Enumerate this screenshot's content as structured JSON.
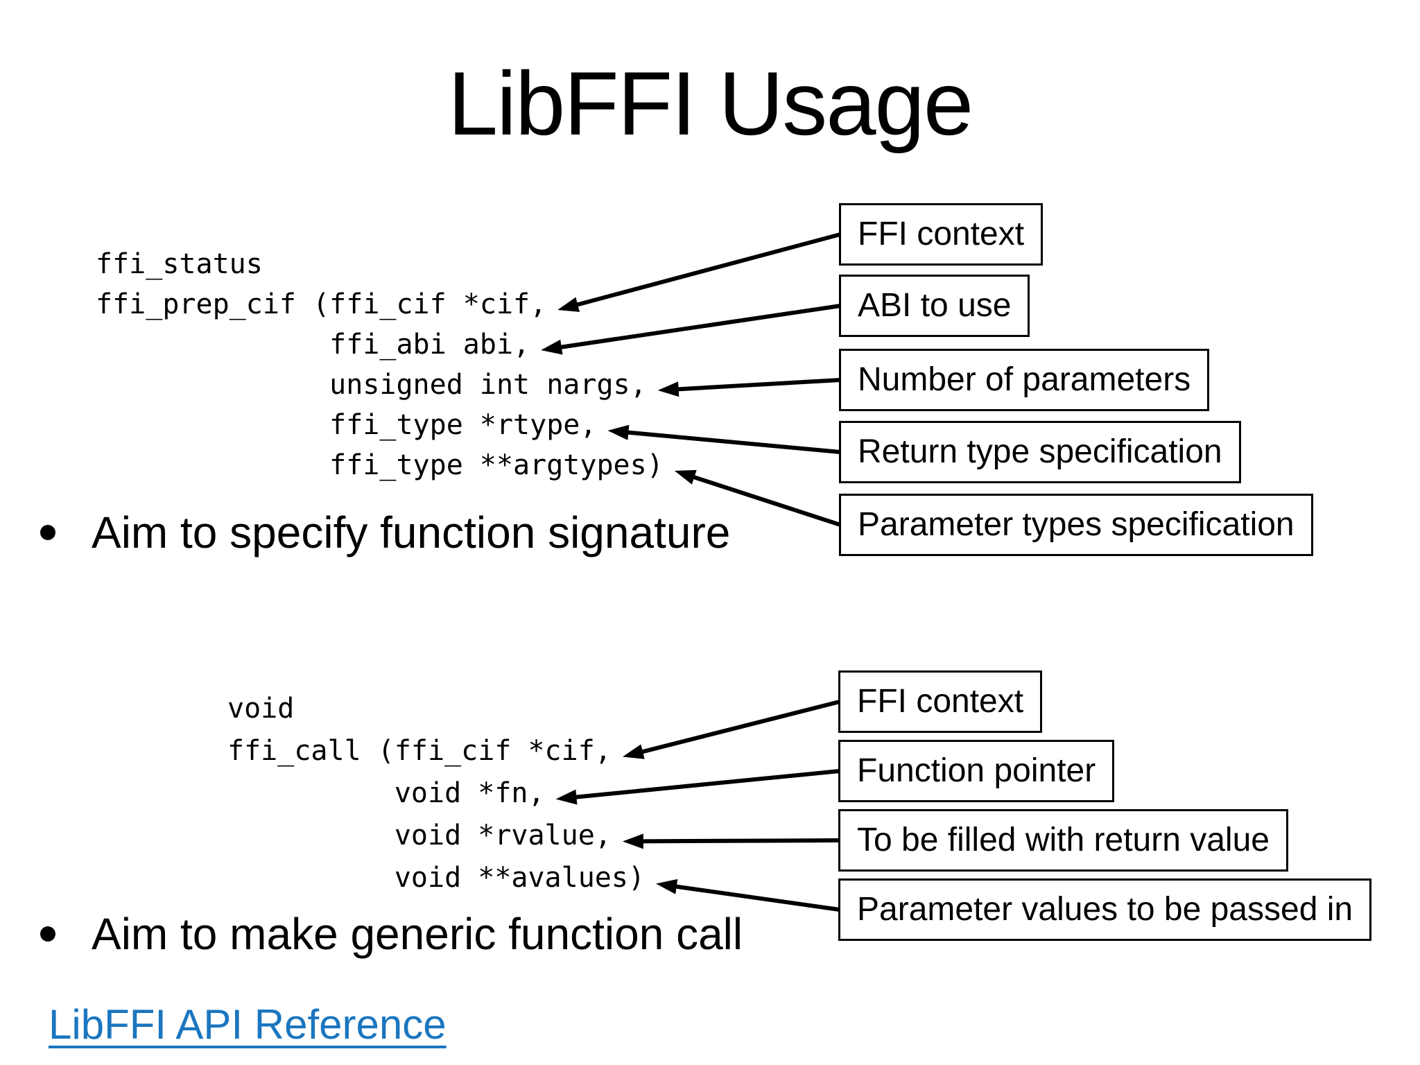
{
  "title": "LibFFI Usage",
  "colors": {
    "background": "#ffffff",
    "text": "#000000",
    "box_border": "#000000",
    "arrow": "#000000",
    "link_blue": "#1B76BF"
  },
  "sections": [
    {
      "id": "prep",
      "code_lines": [
        "ffi_status",
        "ffi_prep_cif (ffi_cif *cif,",
        "              ffi_abi abi,",
        "              unsigned int nargs,",
        "              ffi_type *rtype,",
        "              ffi_type **argtypes)"
      ],
      "annotations": [
        {
          "label": "FFI context",
          "target_line": 1
        },
        {
          "label": "ABI to use",
          "target_line": 2
        },
        {
          "label": "Number of parameters",
          "target_line": 3
        },
        {
          "label": "Return type specification",
          "target_line": 4
        },
        {
          "label": "Parameter types specification",
          "target_line": 5
        }
      ],
      "bullet": "Aim to specify function signature"
    },
    {
      "id": "call",
      "code_lines": [
        "void",
        "ffi_call (ffi_cif *cif,",
        "          void *fn,",
        "          void *rvalue,",
        "          void **avalues)"
      ],
      "annotations": [
        {
          "label": "FFI context",
          "target_line": 1
        },
        {
          "label": "Function pointer",
          "target_line": 2
        },
        {
          "label": "To be filled with return value",
          "target_line": 3
        },
        {
          "label": "Parameter values to be passed in",
          "target_line": 4
        }
      ],
      "bullet": "Aim to make generic function call"
    }
  ],
  "footer": {
    "link_label": "LibFFI API Reference"
  }
}
